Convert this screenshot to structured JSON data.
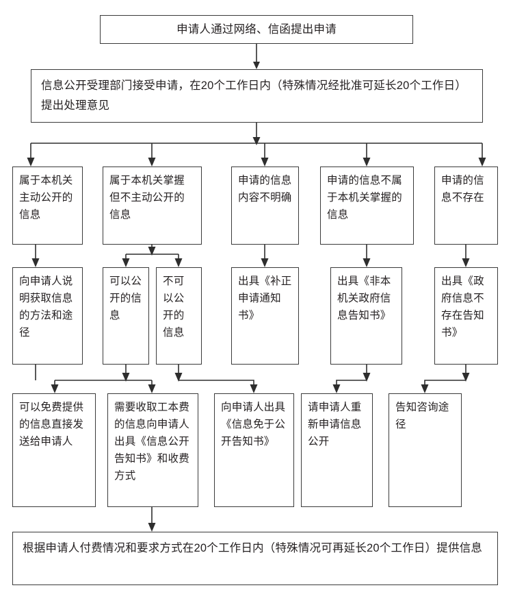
{
  "diagram": {
    "title_box": "申请人通过网络、信函提出申请",
    "accept_box": "信息公开受理部门接受申请，在20个工作日内（特殊情况经批准可延长20个工作日）提出处理意见",
    "category_row": [
      "属于本机关主动公开的信息",
      "属于本机关掌握但不主动公开的信息",
      "申请的信息内容不明确",
      "申请的信息不属于本机关掌握的信息",
      "申请的信息不存在"
    ],
    "action_row": [
      "向申请人说明获取信息的方法和途径",
      "可以公开的信息",
      "不可以公开的信息",
      "出具《补正申请通知书》",
      "出具《非本机关政府信息告知书》",
      "出具《政府信息不存在告知书》"
    ],
    "result_row": [
      "可以免费提供的信息直接发送给申请人",
      "需要收取工本费的信息向申请人出具《信息公开告知书》和收费方式",
      "向申请人出具《信息免于公开告知书》",
      "请申请人重新申请信息公开",
      "告知咨询途径"
    ],
    "final_box": "根据申请人付费情况和要求方式在20个工作日内（特殊情况可再延长20个工作日）提供信息",
    "colors": {
      "border": "#3a3a3a",
      "text": "#231f20",
      "connector": "#2e2e2e",
      "background": "#ffffff"
    }
  }
}
